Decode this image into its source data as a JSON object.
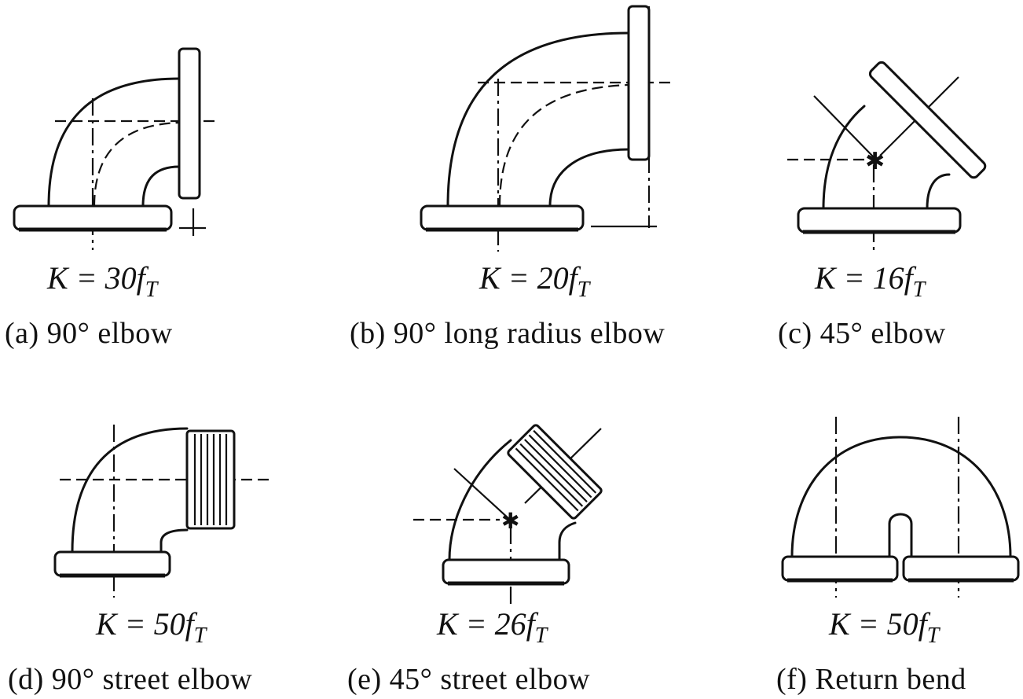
{
  "fittings": [
    {
      "id": "a",
      "k_label": "K = 30",
      "k_sub": "T",
      "caption": "(a)  90° elbow"
    },
    {
      "id": "b",
      "k_label": "K = 20",
      "k_sub": "T",
      "caption": "(b)  90° long radius elbow"
    },
    {
      "id": "c",
      "k_label": "K = 16",
      "k_sub": "T",
      "caption": "(c)  45° elbow"
    },
    {
      "id": "d",
      "k_label": "K = 50",
      "k_sub": "T",
      "caption": "(d)  90° street elbow"
    },
    {
      "id": "e",
      "k_label": "K = 26",
      "k_sub": "T",
      "caption": "(e)  45° street elbow"
    },
    {
      "id": "f",
      "k_label": "K = 50",
      "k_sub": "T",
      "caption": "(f)  Return bend"
    }
  ]
}
